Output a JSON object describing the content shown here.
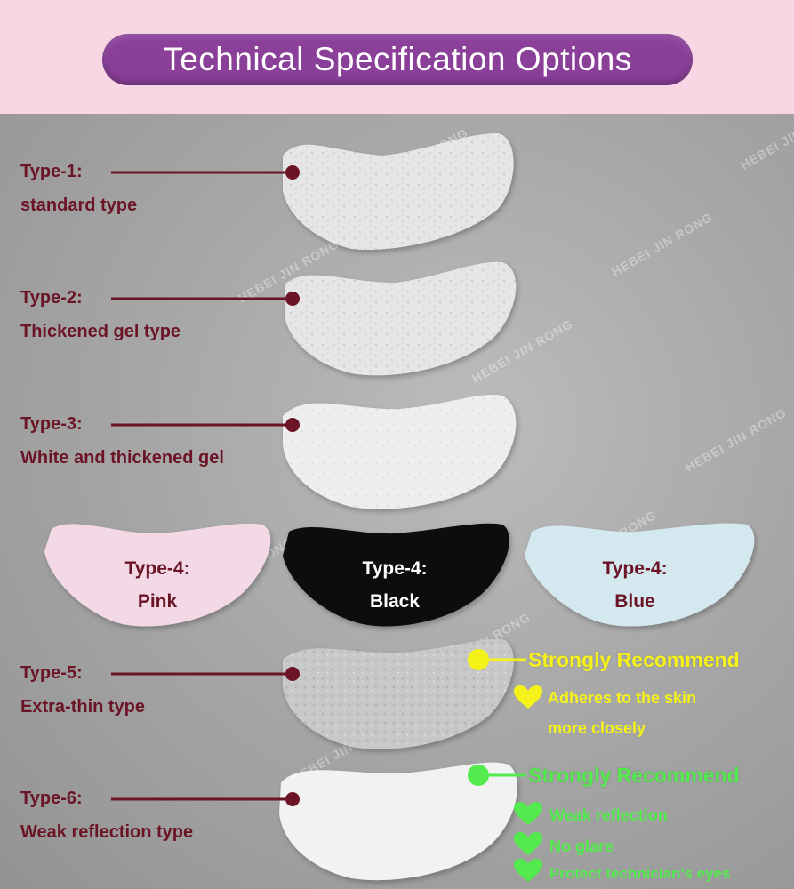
{
  "header": {
    "title": "Technical Specification Options"
  },
  "types": [
    {
      "name": "Type-1:",
      "desc": "standard type"
    },
    {
      "name": "Type-2:",
      "desc": "Thickened gel type"
    },
    {
      "name": "Type-3:",
      "desc": "White and thickened gel"
    },
    {
      "name": "Type-5:",
      "desc": "Extra-thin type"
    },
    {
      "name": "Type-6:",
      "desc": "Weak reflection type"
    }
  ],
  "colored": [
    {
      "name": "Type-4:",
      "color_label": "Pink",
      "fill": "#f3d9e6"
    },
    {
      "name": "Type-4:",
      "color_label": "Black",
      "fill": "#0f0f0f"
    },
    {
      "name": "Type-4:",
      "color_label": "Blue",
      "fill": "#d4e8f0"
    }
  ],
  "recommend_yellow": {
    "title": "Strongly Recommend",
    "items": [
      "Adheres to the skin",
      "more closely"
    ],
    "color": "#f5f21a"
  },
  "recommend_green": {
    "title": "Strongly Recommend",
    "items": [
      "Weak reflection",
      "No glare",
      "Protect technician's eyes"
    ],
    "color": "#52ea4c"
  },
  "watermark": "HEBEI JIN RONG",
  "colors": {
    "label": "#6b1426",
    "pill": "#8a3f99",
    "header_bg": "#f8d6e4"
  }
}
